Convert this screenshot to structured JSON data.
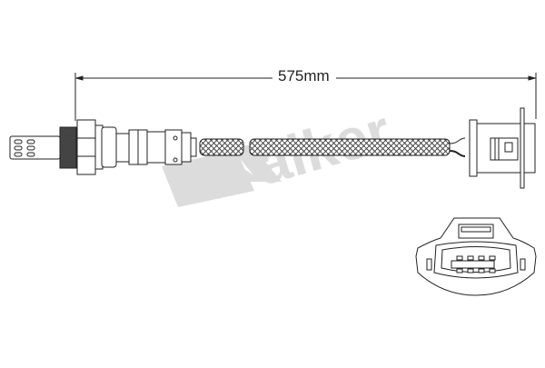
{
  "diagram": {
    "title": "Oxygen sensor with cable and connector",
    "dimension": {
      "label": "575mm",
      "value": 575,
      "unit": "mm"
    },
    "watermark": "Walker",
    "colors": {
      "line": "#222222",
      "fill": "#ffffff",
      "watermark": "#d9d9d9",
      "braid": "#555555"
    },
    "parts": [
      {
        "id": "sensor-tip",
        "name": "Sensor tip (slotted shield)"
      },
      {
        "id": "threaded-body",
        "name": "Threaded hex body"
      },
      {
        "id": "sensor-housing",
        "name": "Sensor housing"
      },
      {
        "id": "braided-cable",
        "name": "Braided cable"
      },
      {
        "id": "connector-side",
        "name": "Connector (side view)"
      },
      {
        "id": "connector-front",
        "name": "Connector (front view, 4-pin)"
      }
    ],
    "connector_pins": 4
  }
}
